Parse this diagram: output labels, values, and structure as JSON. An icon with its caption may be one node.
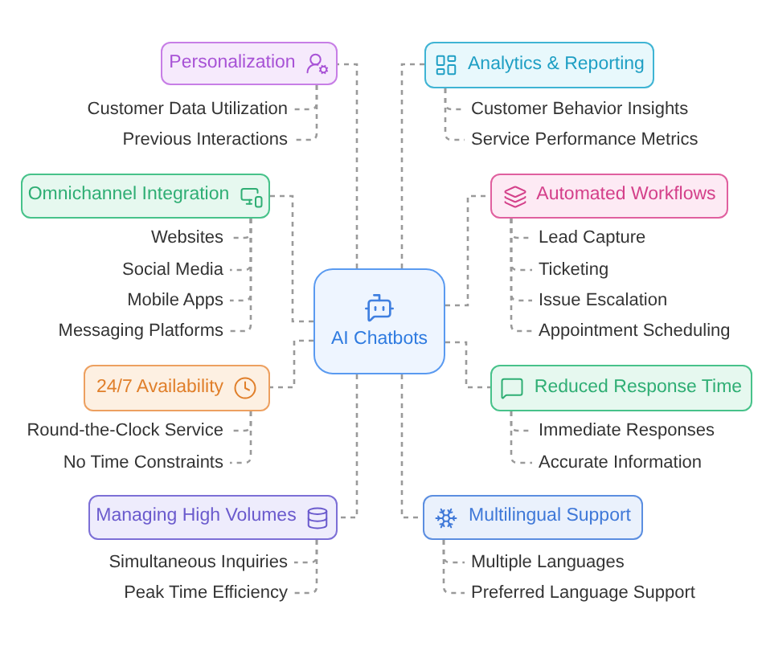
{
  "diagram": {
    "nodes": [
      {
        "text": [
          "AI Chatbots"
        ]
      },
      {
        "text": [
          "Personalization"
        ]
      },
      {
        "text": [
          "Customer Data Utilization"
        ]
      },
      {
        "text": [
          "Previous Interactions"
        ]
      },
      {
        "text": [
          "Analytics & Reporting"
        ]
      },
      {
        "text": [
          "Customer Behavior Insights"
        ]
      },
      {
        "text": [
          "Service Performance Metrics"
        ]
      },
      {
        "text": [
          "Omnichannel Integration"
        ]
      },
      {
        "text": [
          "Websites"
        ]
      },
      {
        "text": [
          "Social Media"
        ]
      },
      {
        "text": [
          "Mobile Apps"
        ]
      },
      {
        "text": [
          "Messaging Platforms"
        ]
      },
      {
        "text": [
          "Automated Workflows"
        ]
      },
      {
        "text": [
          "Lead Capture"
        ]
      },
      {
        "text": [
          "Ticketing"
        ]
      },
      {
        "text": [
          "Issue Escalation"
        ]
      },
      {
        "text": [
          "Appointment Scheduling"
        ]
      },
      {
        "text": [
          "24/7 Availability"
        ]
      },
      {
        "text": [
          "Round-the-Clock Service"
        ]
      },
      {
        "text": [
          "No Time Constraints"
        ]
      },
      {
        "text": [
          "Reduced Response Time"
        ]
      },
      {
        "text": [
          "Immediate Responses"
        ]
      },
      {
        "text": [
          "Accurate Information"
        ]
      },
      {
        "text": [
          "Managing High Volumes"
        ]
      },
      {
        "text": [
          "Simultaneous Inquiries"
        ]
      },
      {
        "text": [
          "Peak Time Efficiency"
        ]
      },
      {
        "text": [
          "Multilingual Support"
        ]
      },
      {
        "text": [
          "Multiple Languages"
        ]
      },
      {
        "text": [
          "Preferred Language Support"
        ]
      }
    ],
    "edges": [
      {
        "from": 0,
        "to": 1,
        "arrow": "none",
        "style": "dashed"
      },
      {
        "from": 0,
        "to": 4,
        "arrow": "none",
        "style": "dashed"
      },
      {
        "from": 0,
        "to": 7,
        "arrow": "none",
        "style": "dashed"
      },
      {
        "from": 0,
        "to": 12,
        "arrow": "none",
        "style": "dashed"
      },
      {
        "from": 0,
        "to": 17,
        "arrow": "none",
        "style": "dashed"
      },
      {
        "from": 0,
        "to": 20,
        "arrow": "none",
        "style": "dashed"
      },
      {
        "from": 0,
        "to": 23,
        "arrow": "none",
        "style": "dashed"
      },
      {
        "from": 0,
        "to": 26,
        "arrow": "none",
        "style": "dashed"
      },
      {
        "from": 1,
        "to": 2,
        "arrow": "none",
        "style": "dashed"
      },
      {
        "from": 1,
        "to": 3,
        "arrow": "none",
        "style": "dashed"
      },
      {
        "from": 4,
        "to": 5,
        "arrow": "none",
        "style": "dashed"
      },
      {
        "from": 4,
        "to": 6,
        "arrow": "none",
        "style": "dashed"
      },
      {
        "from": 7,
        "to": 8,
        "arrow": "none",
        "style": "dashed"
      },
      {
        "from": 7,
        "to": 9,
        "arrow": "none",
        "style": "dashed"
      },
      {
        "from": 7,
        "to": 10,
        "arrow": "none",
        "style": "dashed"
      },
      {
        "from": 7,
        "to": 11,
        "arrow": "none",
        "style": "dashed"
      },
      {
        "from": 12,
        "to": 13,
        "arrow": "none",
        "style": "dashed"
      },
      {
        "from": 12,
        "to": 14,
        "arrow": "none",
        "style": "dashed"
      },
      {
        "from": 12,
        "to": 15,
        "arrow": "none",
        "style": "dashed"
      },
      {
        "from": 12,
        "to": 16,
        "arrow": "none",
        "style": "dashed"
      },
      {
        "from": 17,
        "to": 18,
        "arrow": "none",
        "style": "dashed"
      },
      {
        "from": 17,
        "to": 19,
        "arrow": "none",
        "style": "dashed"
      },
      {
        "from": 20,
        "to": 21,
        "arrow": "none",
        "style": "dashed"
      },
      {
        "from": 20,
        "to": 22,
        "arrow": "none",
        "style": "dashed"
      },
      {
        "from": 23,
        "to": 24,
        "arrow": "none",
        "style": "dashed"
      },
      {
        "from": 23,
        "to": 25,
        "arrow": "none",
        "style": "dashed"
      },
      {
        "from": 26,
        "to": 27,
        "arrow": "none",
        "style": "dashed"
      },
      {
        "from": 26,
        "to": 28,
        "arrow": "none",
        "style": "dashed"
      }
    ]
  }
}
